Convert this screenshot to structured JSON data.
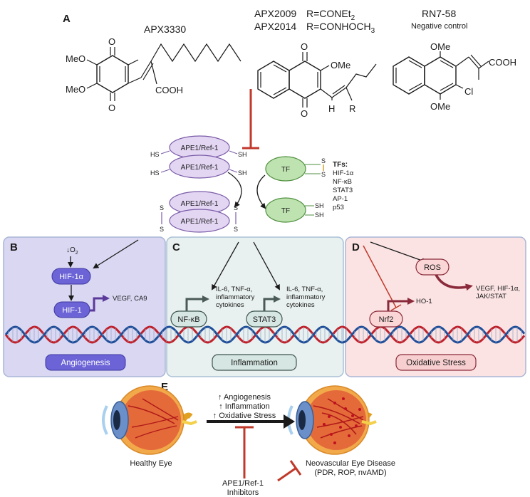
{
  "panel_labels": {
    "a": "A",
    "b": "B",
    "c": "C",
    "d": "D",
    "e": "E"
  },
  "compounds": {
    "apx3330": {
      "name": "APX3330",
      "meo_top": "MeO",
      "meo_bottom": "MeO",
      "o_top": "O",
      "o_bottom": "O",
      "cooh": "COOH"
    },
    "apx2009_2014": {
      "name1": "APX2009",
      "r1": "R=CONEt",
      "r1_sub": "2",
      "name2": "APX2014",
      "r2": "R=CONHOCH",
      "r2_sub": "3",
      "o_top": "O",
      "o_bottom": "O",
      "ome": "OMe",
      "h": "H",
      "r": "R"
    },
    "rn7_58": {
      "name": "RN7-58",
      "subtitle": "Negative control",
      "ome_top": "OMe",
      "ome_bottom": "OMe",
      "cooh": "COOH",
      "cl": "Cl"
    }
  },
  "redox": {
    "ape1": "APE1/Ref-1",
    "sh": "SH",
    "hs": "HS",
    "s": "S",
    "tf": "TF",
    "tfs_title": "TFs:",
    "tfs_list": [
      "HIF-1α",
      "NF-κB",
      "STAT3",
      "AP-1",
      "p53"
    ]
  },
  "panel_b": {
    "o2": "↓O",
    "o2_sub": "2",
    "hif1a": "HIF-1α",
    "hif1": "HIF-1",
    "targets": "VEGF, CA9",
    "caption": "Angiogenesis"
  },
  "panel_c": {
    "nfkb": "NF-κB",
    "stat3": "STAT3",
    "cyto1": [
      "IL-6, TNF-α,",
      "inflammatory",
      "cytokines"
    ],
    "cyto2": [
      "IL-6, TNF-α,",
      "inflammatory",
      "cytokines"
    ],
    "caption": "Inflammation"
  },
  "panel_d": {
    "ros": "ROS",
    "nrf2": "Nrf2",
    "ho1": "HO-1",
    "targets": [
      "VEGF, HIF-1α,",
      "JAK/STAT"
    ],
    "caption": "Oxidative Stress"
  },
  "panel_e": {
    "effects": [
      "↑ Angiogenesis",
      "↑ Inflammation",
      "↑ Oxidative Stress"
    ],
    "healthy": "Healthy Eye",
    "disease": [
      "Neovascular Eye Disease",
      "(PDR, ROP, nvAMD)"
    ],
    "inhibitors": [
      "APE1/Ref-1",
      "Inhibitors"
    ]
  },
  "colors": {
    "inhibit_red": "#c0392b",
    "panel_b_bg": "#d9d7f2",
    "panel_c_bg": "#e8f1ef",
    "panel_d_bg": "#fbe3e3",
    "hif_blue": "#6b63d6",
    "dna_red": "#c0202a",
    "dna_blue": "#1f4e99",
    "ape1_purple": "#e3d6f3",
    "tf_green": "#bfe3b0"
  }
}
